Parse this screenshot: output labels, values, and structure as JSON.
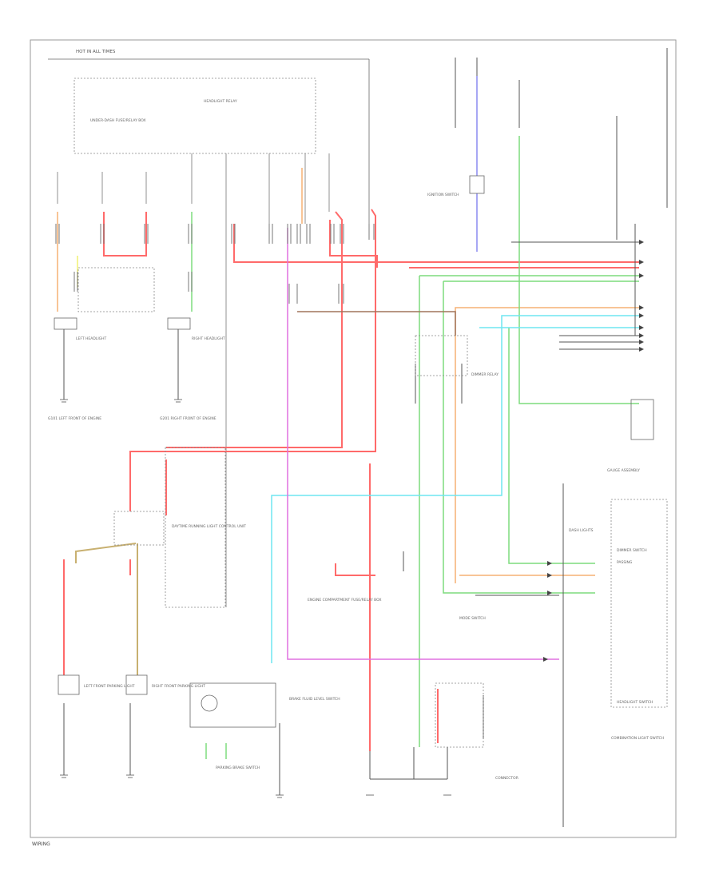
{
  "diagram": {
    "type": "wiring-diagram",
    "footer_code": "WIRING",
    "colors": {
      "red": "#ff6a6a",
      "pink": "#f48a8a",
      "green": "#7ddc7d",
      "cyan": "#6fe6f0",
      "magenta": "#e070e0",
      "orange": "#f5b073",
      "tan": "#c8b070",
      "brown": "#a0745a",
      "blue": "#8a8af0",
      "yellow": "#f0f070",
      "black": "#333333"
    },
    "labels": {
      "hot_in_on": "HOT IN ALL TIMES",
      "relay_box": "UNDER-DASH FUSE/RELAY BOX",
      "left_headlight": "LEFT HEADLIGHT",
      "right_headlight": "RIGHT HEADLIGHT",
      "left_ground": "G101 LEFT FRONT OF ENGINE",
      "right_ground": "G201 RIGHT FRONT OF ENGINE",
      "dimmer_relay": "DAYTIME RUNNING LIGHT CONTROL UNIT",
      "left_fog": "LEFT FRONT PARKING LIGHT",
      "right_fog": "RIGHT FRONT PARKING LIGHT",
      "brake_fluid": "BRAKE FLUID LEVEL SWITCH",
      "parking_brake": "PARKING BRAKE SWITCH",
      "combination_switch": "COMBINATION LIGHT SWITCH",
      "dimmer_switch": "DIMMER SWITCH",
      "headlight_switch": "HEADLIGHT SWITCH",
      "passing": "PASSING",
      "gauge": "GAUGE ASSEMBLY",
      "dash_lights": "DASH LIGHTS",
      "ignition": "IGNITION SWITCH",
      "engine_compartment": "ENGINE COMPARTMENT FUSE/RELAY BOX",
      "dimmer_unit": "DIMMER RELAY",
      "connector": "CONNECTOR",
      "mode_switch": "MODE SWITCH",
      "main_relay": "HEADLIGHT RELAY"
    }
  }
}
